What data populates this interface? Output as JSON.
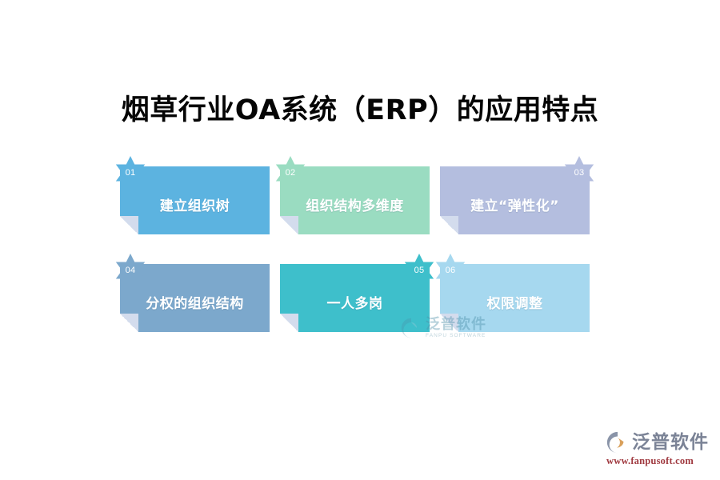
{
  "page": {
    "title": "烟草行业OA系统（ERP）的应用特点",
    "background_color": "#FFFFFF"
  },
  "cards": [
    {
      "number": "01",
      "label": "建立组织树",
      "color": "#5CB3E0",
      "badge_position": "left",
      "row": 1,
      "column": 1
    },
    {
      "number": "02",
      "label": "组织结构多维度",
      "color": "#9ADCC1",
      "badge_position": "left",
      "row": 1,
      "column": 2
    },
    {
      "number": "03",
      "label": "建立“弹性化”",
      "color": "#B4BEDF",
      "badge_position": "right",
      "row": 1,
      "column": 3
    },
    {
      "number": "04",
      "label": "分权的组织结构",
      "color": "#7CA8CC",
      "badge_position": "left",
      "row": 2,
      "column": 1
    },
    {
      "number": "05",
      "label": "一人多岗",
      "color": "#3EBFCB",
      "badge_position": "right",
      "row": 2,
      "column": 2
    },
    {
      "number": "06",
      "label": "权限调整",
      "color": "#A6D8EF",
      "badge_position": "left",
      "row": 2,
      "column": 3
    }
  ],
  "watermark": {
    "icon": "swirl-logo-icon",
    "name_cn": "泛普软件",
    "name_en": "FANPU SOFTWARE",
    "color": "#4B8FA8"
  },
  "corner_logo": {
    "icon": "swirl-logo-icon",
    "name_cn": "泛普软件",
    "url": "www.fanpusoft.com",
    "name_color": "#7B8396",
    "url_color": "#A03A40"
  },
  "fold_color": "#D3DCED"
}
